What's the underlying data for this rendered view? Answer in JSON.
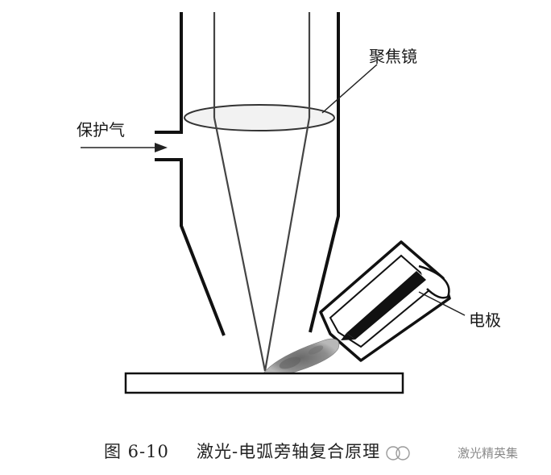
{
  "labels": {
    "focus_lens": "聚焦镜",
    "shield_gas": "保护气",
    "electrode": "电极"
  },
  "caption": {
    "figure_number": "图 6-10",
    "title": "激光-电弧旁轴复合原理"
  },
  "watermark": "激光精英集"
}
